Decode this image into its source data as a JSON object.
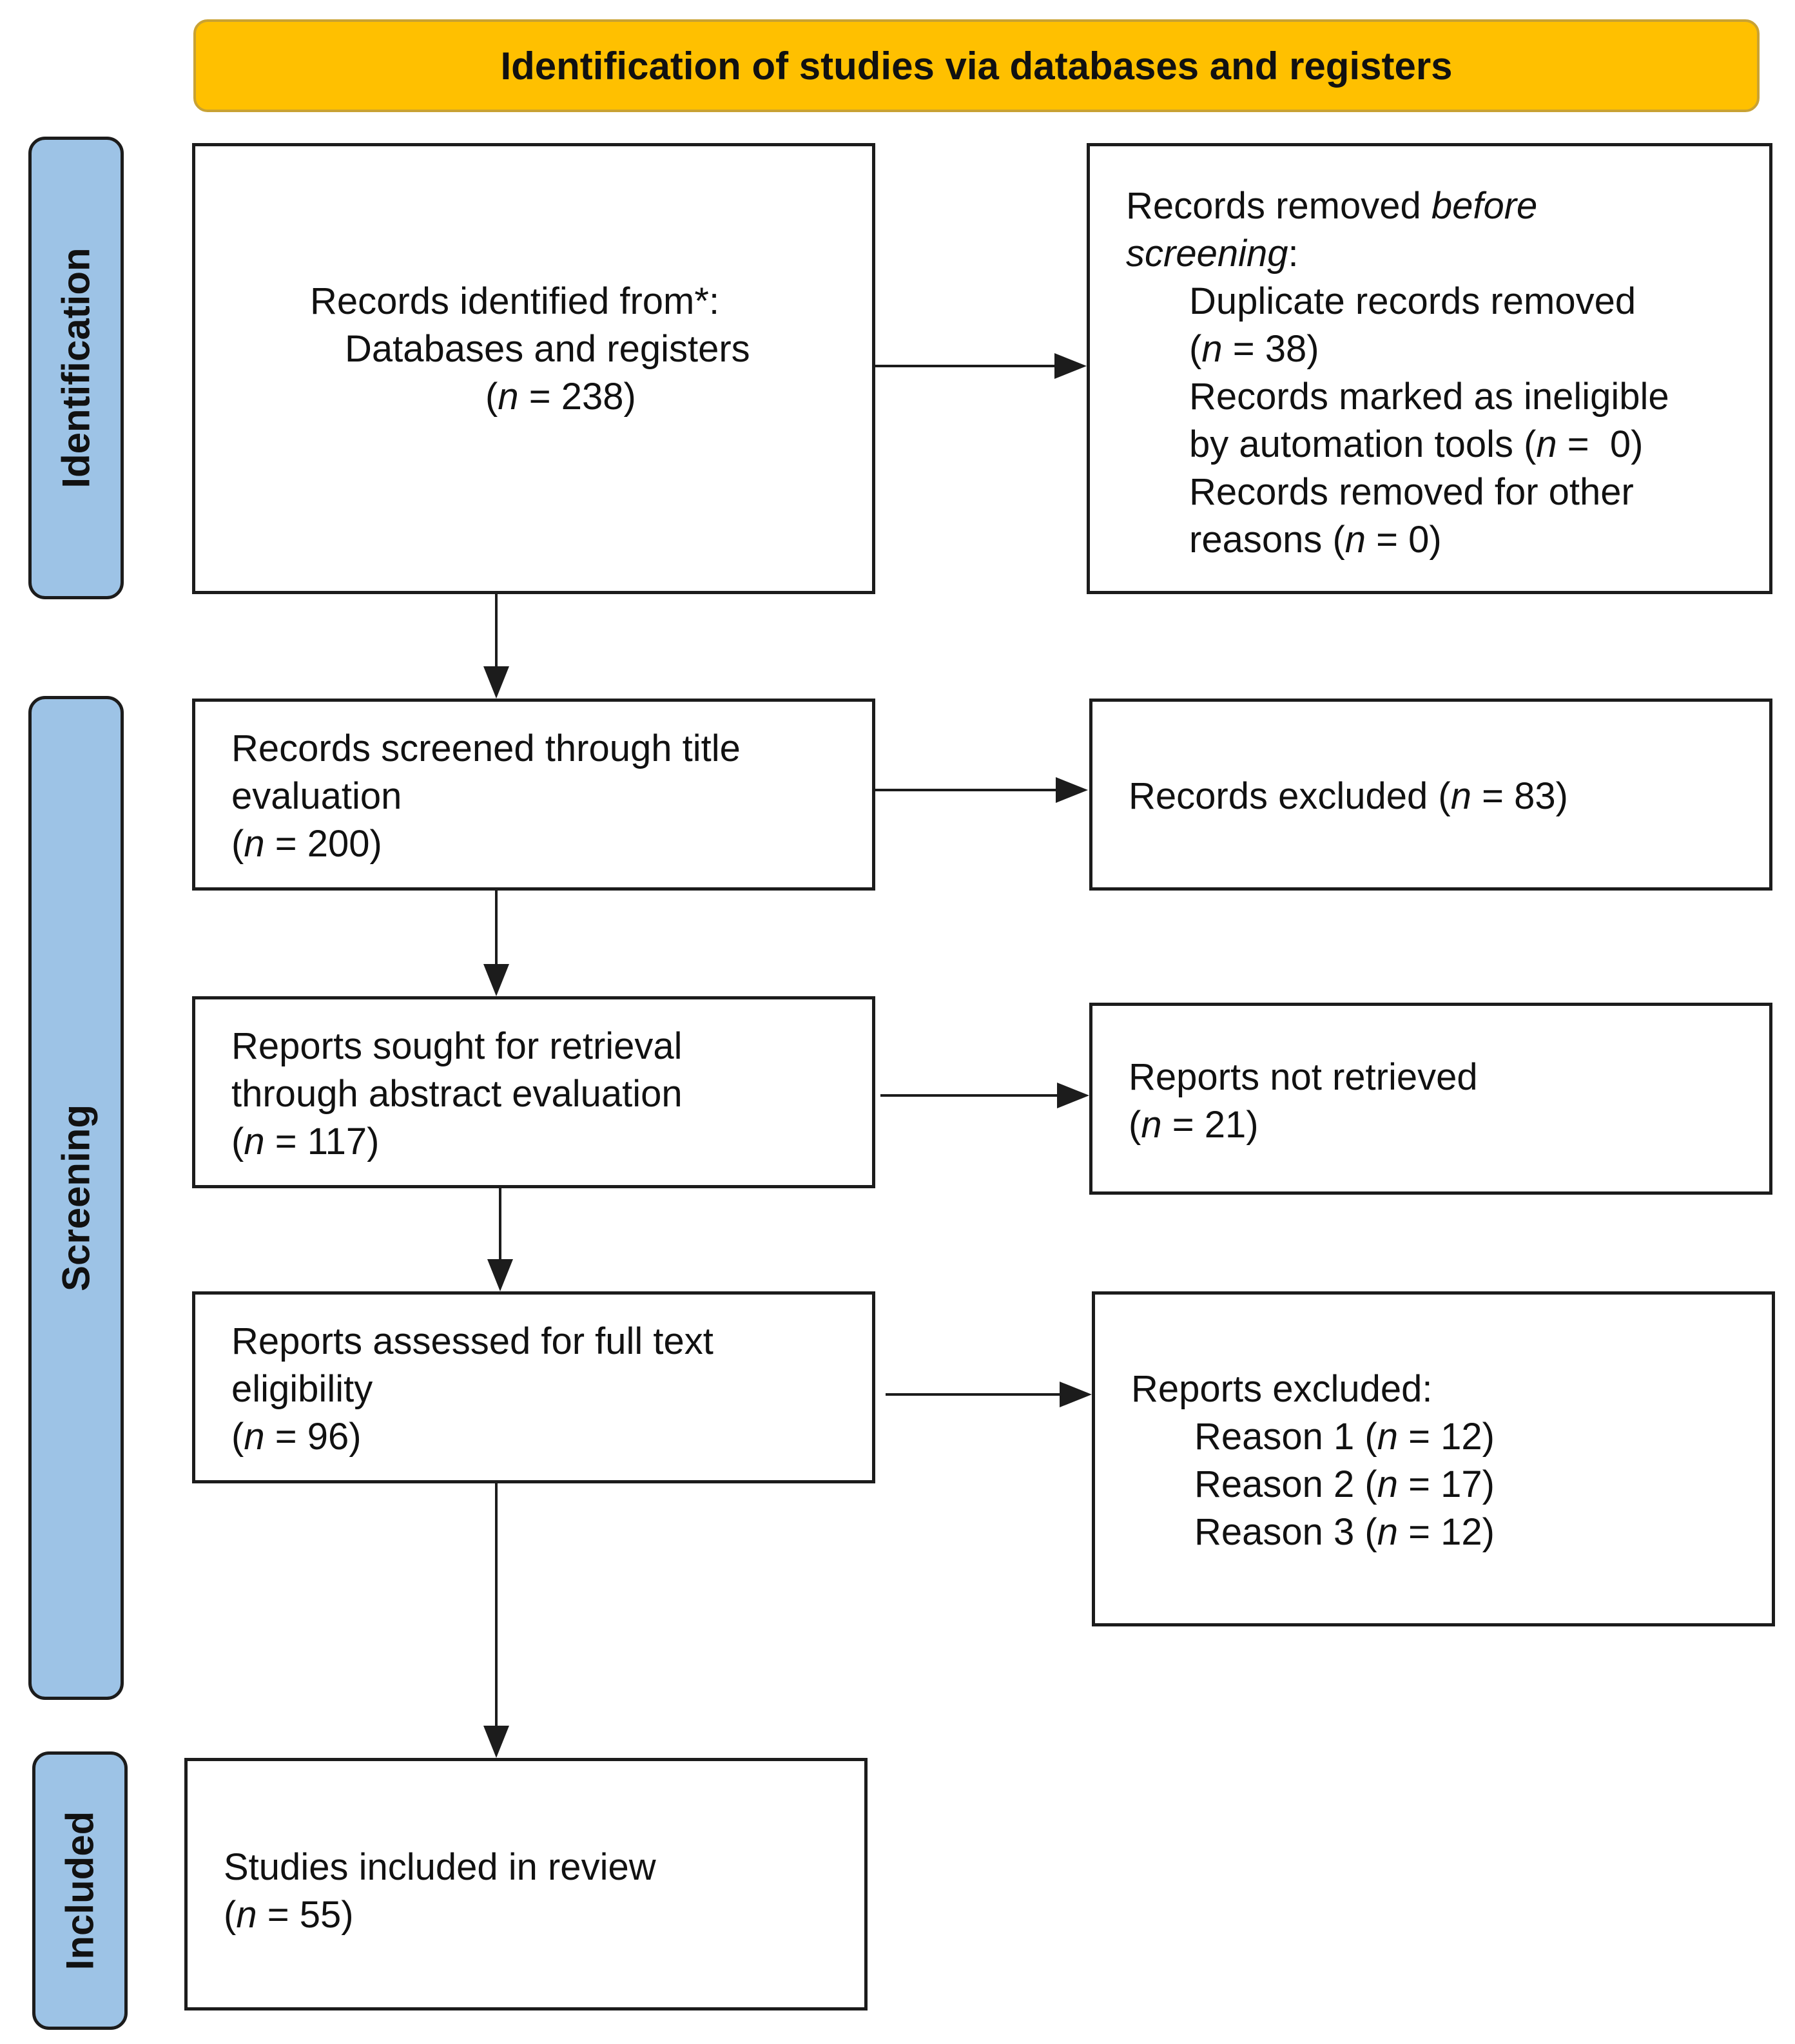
{
  "header": "Identification of studies via databases and registers",
  "phases": {
    "identification": "Identification",
    "screening": "Screening",
    "included": "Included"
  },
  "n": "n",
  "identified": {
    "line1": "Records identified from*:",
    "line2": "Databases and registers",
    "count": "238"
  },
  "removed": {
    "prefix": "Records removed ",
    "before": "before",
    "screening": "screening",
    "dup": "Duplicate records removed",
    "dup_count": "38",
    "inelig1": "Records marked as ineligible",
    "inelig2": "by automation tools (",
    "inelig_count": "0",
    "other1": "Records removed for other",
    "other2": "reasons (",
    "other_count": "0"
  },
  "screened": {
    "line1": "Records screened through title",
    "line2": "evaluation",
    "count": "200"
  },
  "excluded": {
    "label": "Records excluded (",
    "count": "83"
  },
  "sought": {
    "line1": "Reports sought for retrieval",
    "line2": "through abstract evaluation",
    "count": "117"
  },
  "not_retrieved": {
    "label": "Reports not retrieved",
    "count": "21"
  },
  "assessed": {
    "line1": "Reports assessed for full text",
    "line2": "eligibility",
    "count": "96"
  },
  "reports_excluded": {
    "label": "Reports excluded:",
    "reasons": [
      {
        "label": "Reason 1 (",
        "count": "12"
      },
      {
        "label": "Reason 2 (",
        "count": "17"
      },
      {
        "label": "Reason 3 (",
        "count": "12"
      }
    ]
  },
  "included": {
    "label": "Studies included in review",
    "count": "55"
  }
}
